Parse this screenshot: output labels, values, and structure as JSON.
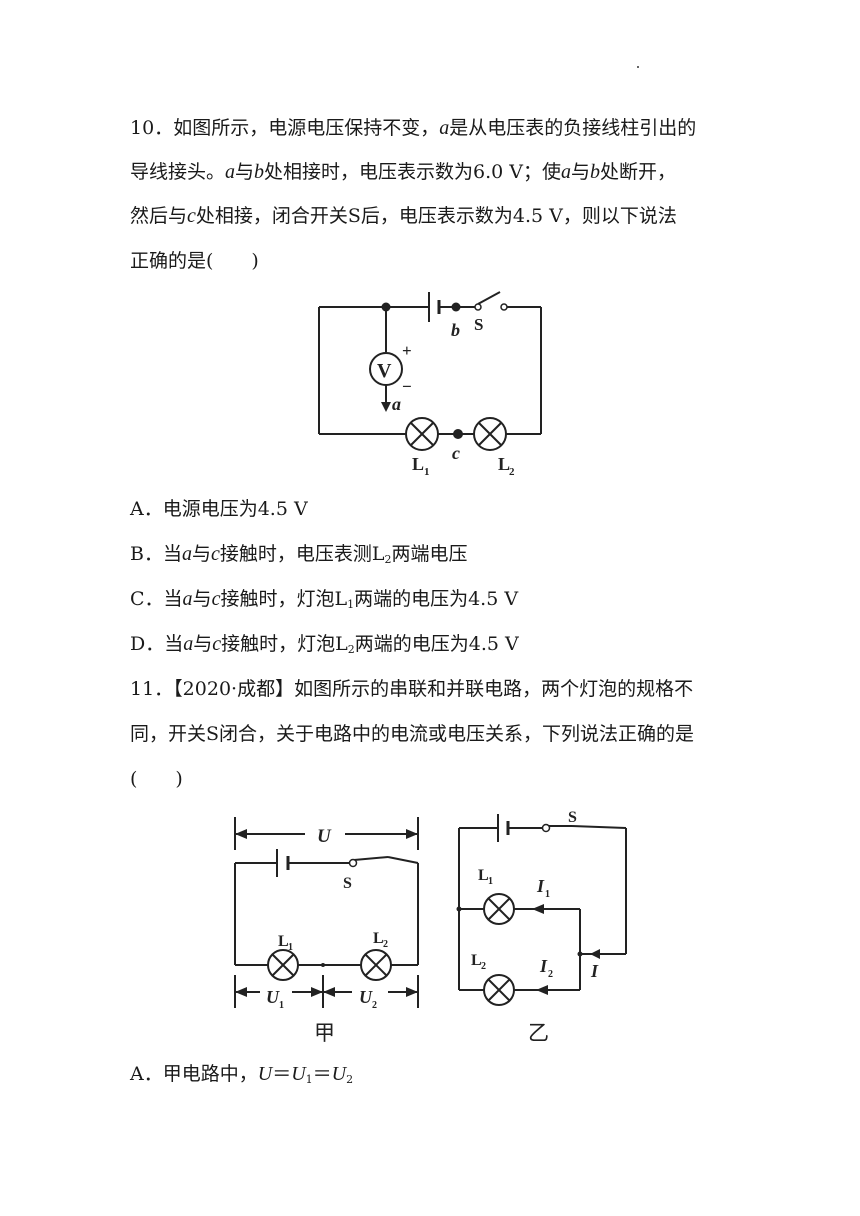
{
  "q10": {
    "number": "10．",
    "t1a": "如图所示，电源电压保持不变，",
    "a": "a",
    "t1b": "是从电压表的负接线柱引出的",
    "t2a": "导线接头。",
    "t2b": "与",
    "b": "b",
    "t2c": "处相接时，电压表示数为6.0 V；使",
    "t2d": "与",
    "t2e": "处断开，",
    "t3a": "然后与",
    "c": "c",
    "t3b": "处相接，闭合开关S后，电压表示数为4.5 V，则以下说法",
    "t4": "正确的是(　　)",
    "figure": {
      "label_b": "b",
      "label_S": "S",
      "label_V": "V",
      "label_plus": "+",
      "label_minus": "−",
      "label_a": "a",
      "label_c": "c",
      "label_L1": "L",
      "label_L1_sub": "1",
      "label_L2": "L",
      "label_L2_sub": "2"
    },
    "optA": "A．电源电压为4.5 V",
    "optB_pre": "B．当",
    "optB_mid1": "与",
    "optB_mid2": "接触时，电压表测L",
    "optB_sub": "2",
    "optB_post": "两端电压",
    "optC_pre": "C．当",
    "optC_mid1": "与",
    "optC_mid2": "接触时，灯泡L",
    "optC_sub": "1",
    "optC_post": "两端的电压为4.5 V",
    "optD_pre": "D．当",
    "optD_mid1": "与",
    "optD_mid2": "接触时，灯泡L",
    "optD_sub": "2",
    "optD_post": "两端的电压为4.5 V"
  },
  "q11": {
    "t1": "11．【2020·成都】如图所示的串联和并联电路，两个灯泡的规格不",
    "t2": "同，开关S闭合，关于电路中的电流或电压关系，下列说法正确的是",
    "t3": "(　　)",
    "fig_jia": {
      "label_U": "U",
      "label_S": "S",
      "label_L1": "L",
      "label_L1_sub": "1",
      "label_L2": "L",
      "label_L2_sub": "2",
      "label_U1": "U",
      "label_U1_sub": "1",
      "label_U2": "U",
      "label_U2_sub": "2",
      "caption": "甲"
    },
    "fig_yi": {
      "label_S": "S",
      "label_L1": "L",
      "label_L1_sub": "1",
      "label_L2": "L",
      "label_L2_sub": "2",
      "label_I1": "I",
      "label_I1_sub": "1",
      "label_I2": "I",
      "label_I2_sub": "2",
      "label_I": "I",
      "caption": "乙"
    },
    "optA_pre": "A．甲电路中，",
    "optA_U": "U",
    "optA_eq1": "＝",
    "optA_U1": "U",
    "optA_sub1": "1",
    "optA_eq2": "＝",
    "optA_U2": "U",
    "optA_sub2": "2"
  }
}
